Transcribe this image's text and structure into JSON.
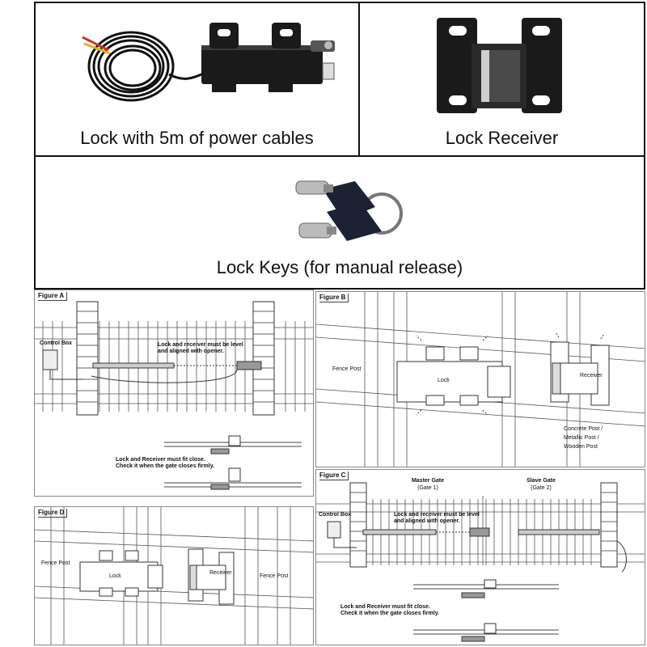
{
  "products": {
    "lock": {
      "caption": "Lock with 5m of power cables"
    },
    "receiver": {
      "caption": "Lock Receiver"
    },
    "keys": {
      "caption": "Lock Keys (for manual release)"
    }
  },
  "figures": {
    "a": {
      "title": "Figure A",
      "control_box": "Control Box",
      "level_note": "Lock and receiver must be level\nand aligned with opener.",
      "close_note": "Lock and Receiver must fit close.\nCheck it when the gate closes firmly."
    },
    "b": {
      "title": "Figure B",
      "fence_post": "Fence Post",
      "lock": "Lock",
      "receiver": "Receiver",
      "posts": "Concrete Post /\nMetallic Post /\nWooden Post"
    },
    "c": {
      "title": "Figure C",
      "master_gate": "Master Gate",
      "master_gate_sub": "(Gate 1)",
      "slave_gate": "Slave Gate",
      "slave_gate_sub": "(Gate 2)",
      "control_box": "Control Box",
      "level_note": "Lock and receiver must be level\nand aligned with opener.",
      "close_note": "Lock and Receiver must fit close.\nCheck it when the gate closes firmly."
    },
    "d": {
      "title": "Figure D",
      "fence_post_left": "Fence Post",
      "lock": "Lock",
      "receiver": "Receiver",
      "fence_post_right": "Fence Post"
    }
  },
  "colors": {
    "border": "#111111",
    "product_dark": "#1a1a1a",
    "cable_red": "#c0392b",
    "cable_yellow": "#e0b020",
    "key_navy": "#1c2233"
  }
}
